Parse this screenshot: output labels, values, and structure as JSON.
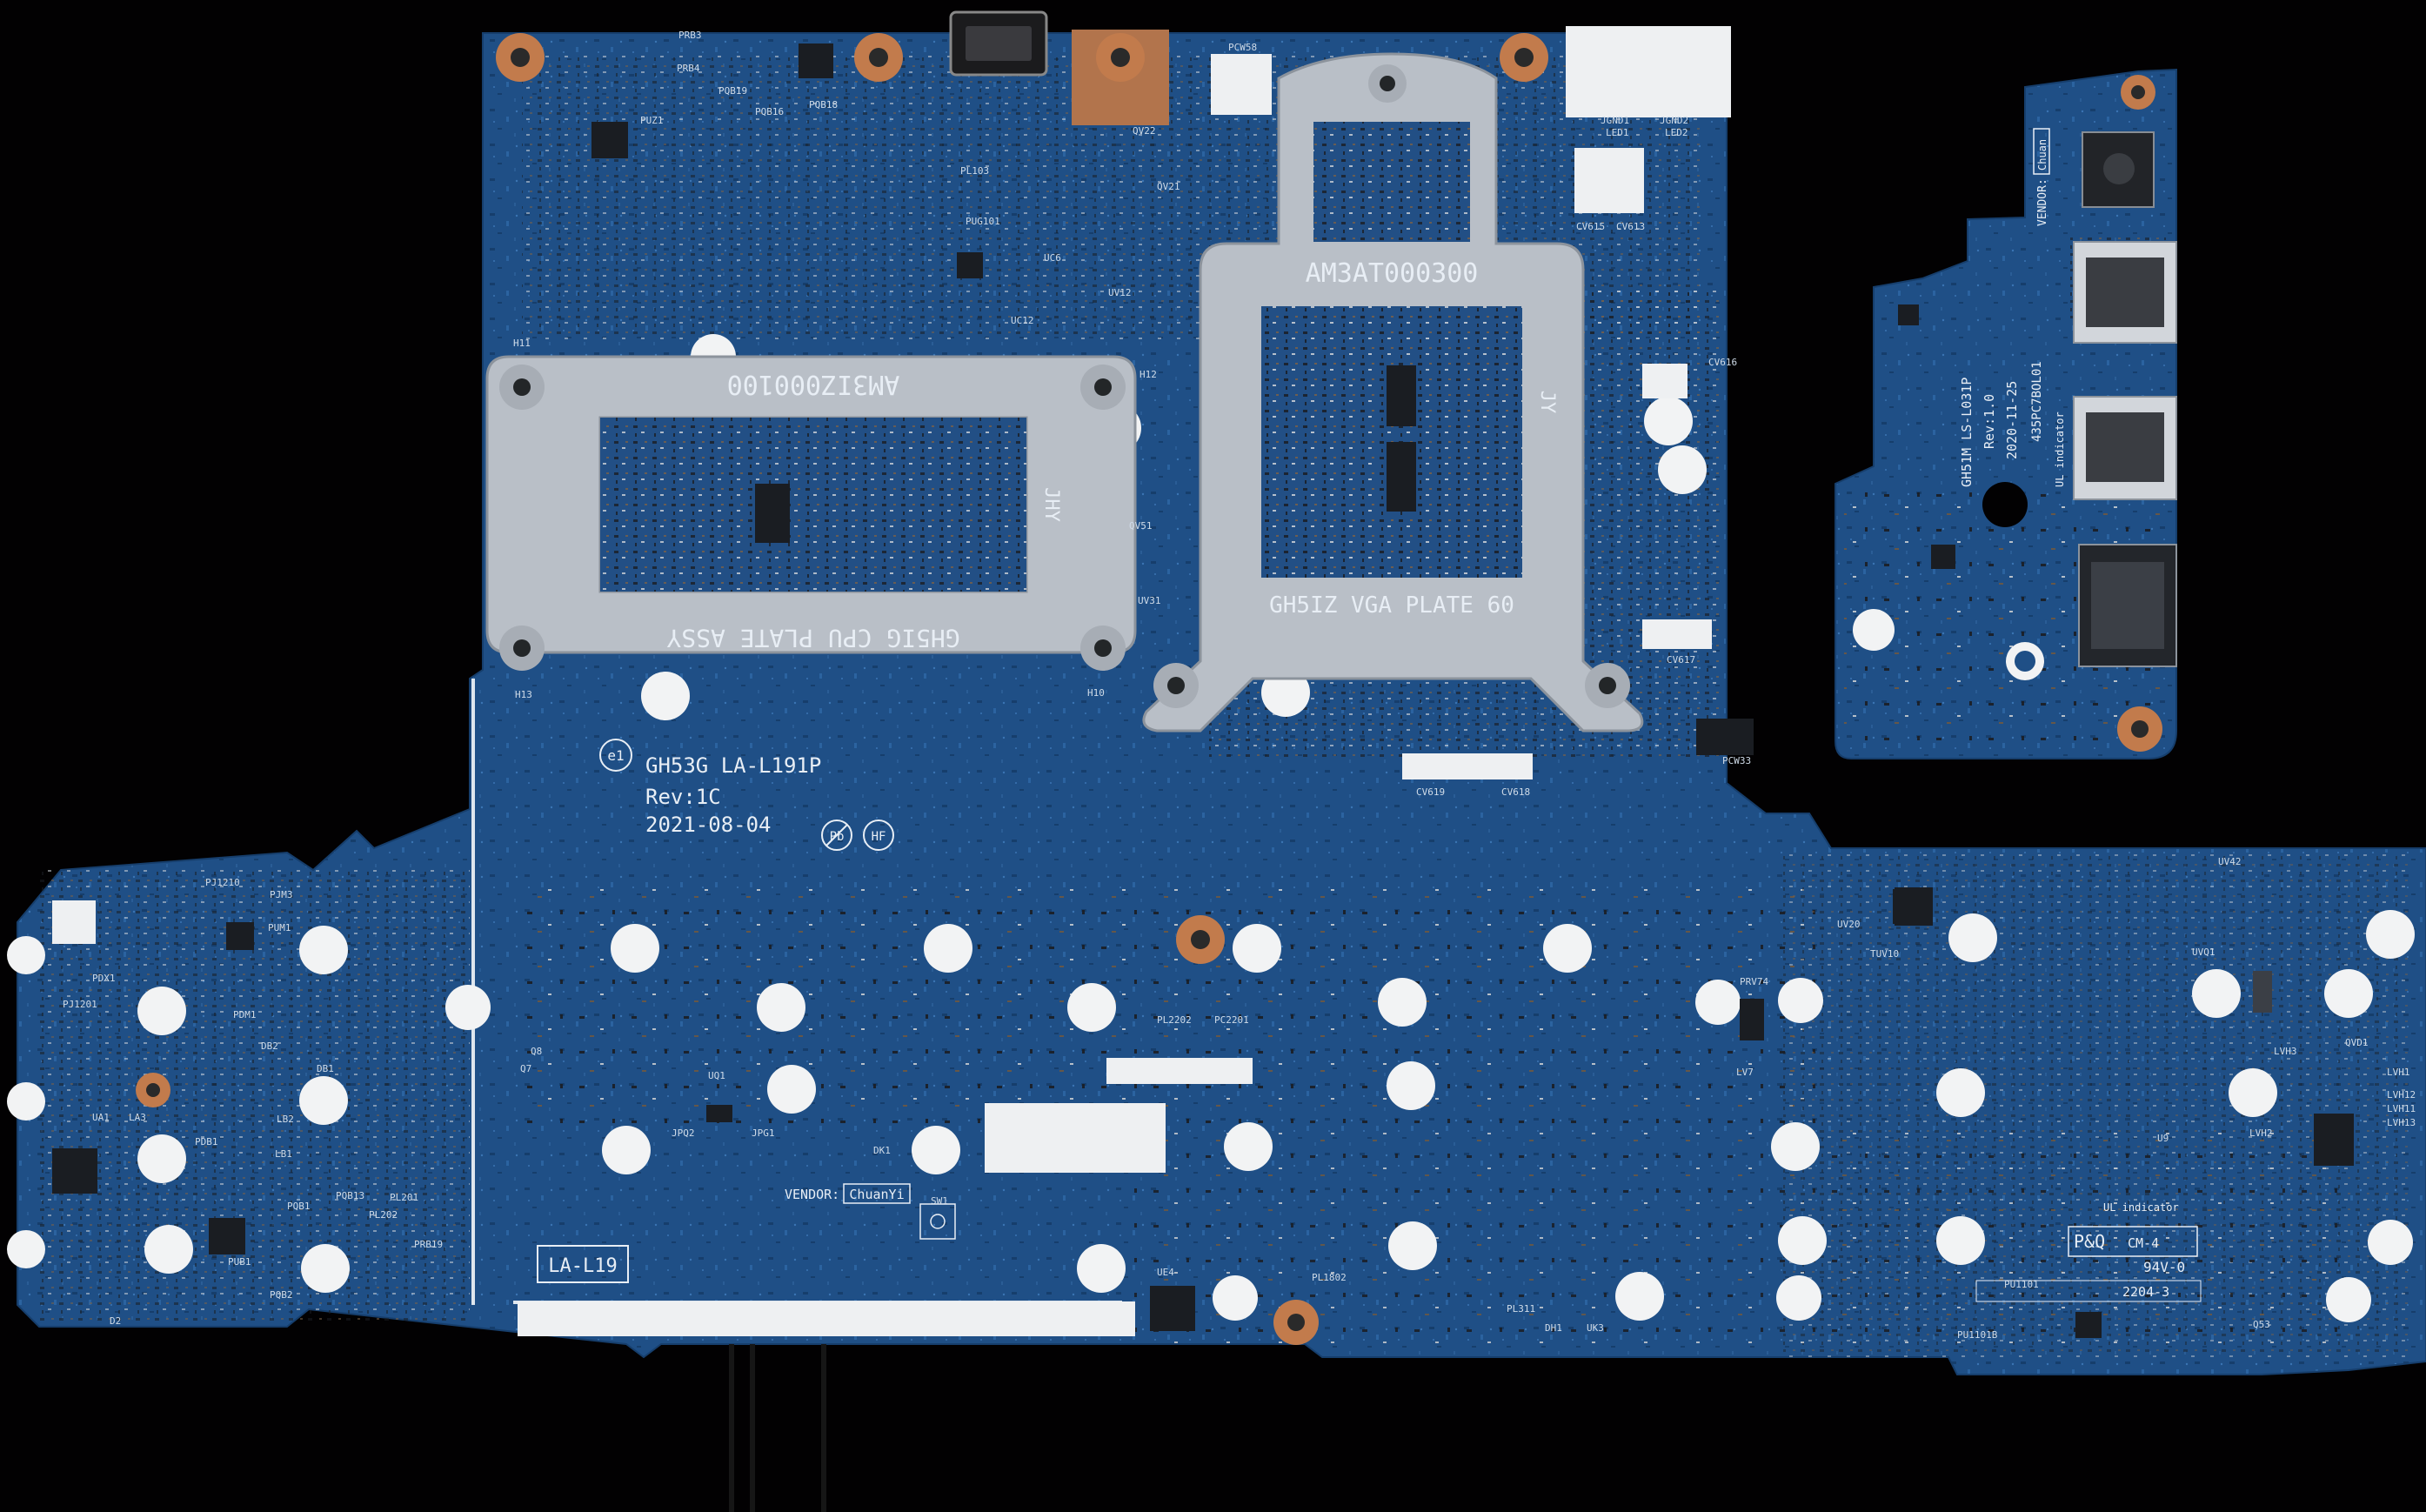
{
  "image": {
    "description_free": true,
    "background": "#020102"
  },
  "colors": {
    "pcb": "#1f4f86",
    "pcb_dark": "#163e6c",
    "pcb_light": "#2b63a0",
    "bracket": "#b9bfc7",
    "bracket_edge": "#8c939c",
    "pad_white": "#f2f3f4",
    "copper": "#c27b4c",
    "chip": "#1a1d22",
    "silkscreen": "#e8eef5"
  },
  "main_board": {
    "model_line": "GH53G  LA-L191P",
    "rev_line": "Rev:1C",
    "date_line": "2021-08-04",
    "board_tag": "LA-L19",
    "vendor_label": "VENDOR:",
    "vendor_name": "ChuanYi",
    "cert_line1": "P&Q",
    "cert_line2": "CM-4",
    "cert_line3": "94V-0",
    "cert_code": "2204-3",
    "ul_label": "UL indicator",
    "circle_marks": [
      "Pb",
      "HF"
    ],
    "e_mark": "e1"
  },
  "brackets": {
    "cpu_top_text": "AM3IZ000100",
    "cpu_bottom_text": "GH5IG CPU PLATE ASSY",
    "cpu_side_text": "JHY",
    "gpu_top_text": "AM3AT000300",
    "gpu_bottom_text": "GH5IZ VGA PLATE 60",
    "gpu_side_text": "JY"
  },
  "io_board": {
    "model_line": "GH51M LS-L031P",
    "rev_line": "Rev:1.0",
    "date_line": "2020-11-25",
    "vendor_label": "VENDOR:",
    "vendor_name": "Chuan",
    "code_line": "435PC7BOL01",
    "ul_label": "UL indicator"
  },
  "refdes": {
    "top": [
      "PRB3",
      "PRB4",
      "PQB19",
      "PQB16",
      "PQB18",
      "PUZ1",
      "PCW58",
      "PL103",
      "PUG101",
      "QV22",
      "QV21",
      "UC6",
      "UC12",
      "UV12",
      "JGND1",
      "LED1",
      "JGND2",
      "LED2",
      "CV615",
      "CV613",
      "H11",
      "H12",
      "CV616"
    ],
    "middle": [
      "H13",
      "H10",
      "QV51",
      "UV31",
      "CV617",
      "CV619",
      "CV618",
      "PCW33"
    ],
    "lower_left": [
      "PJ1210",
      "PJM3",
      "PUM1",
      "PDX1",
      "PJ1201",
      "PDM1",
      "DB2",
      "DB1",
      "UA1",
      "LA3",
      "PDB1",
      "LB2",
      "LB1",
      "PQB1",
      "PQB13",
      "PL201",
      "PL202",
      "PRB19",
      "PQB2",
      "PUB1",
      "D2"
    ],
    "lower_mid": [
      "Q8",
      "Q7",
      "UQ1",
      "JPQ2",
      "JPG1",
      "DK1",
      "SW1",
      "PL2202",
      "PC2201",
      "UE4",
      "PL1802",
      "PL311",
      "DH1",
      "UK3"
    ],
    "lower_right": [
      "PRV74",
      "LV7",
      "UV20",
      "TUV10",
      "UV42",
      "UVQ1",
      "QVD1",
      "LVH3",
      "LVH2",
      "LVH1",
      "LVH12",
      "LVH11",
      "LVH13",
      "PU1101",
      "PU1101B",
      "Q53",
      "U9"
    ]
  }
}
